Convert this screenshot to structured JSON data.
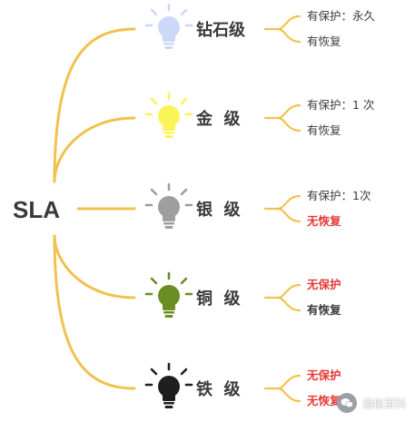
{
  "root": {
    "label": "SLA"
  },
  "colors": {
    "connector": "#f2c14e",
    "text_default": "#3a3a3a",
    "text_alert": "#e53935"
  },
  "levels": [
    {
      "key": "diamond",
      "label": "钻石级",
      "bulb_color": "#cdd8f8",
      "items": [
        {
          "text": "有保护：永久",
          "alert": false
        },
        {
          "text": "有恢复",
          "alert": false
        }
      ]
    },
    {
      "key": "gold",
      "label": "金  级",
      "bulb_color": "#fbf35a",
      "items": [
        {
          "text": "有保护：1 次",
          "alert": false
        },
        {
          "text": "有恢复",
          "alert": false
        }
      ]
    },
    {
      "key": "silver",
      "label": "银  级",
      "bulb_color": "#9e9e9e",
      "items": [
        {
          "text": "有保护：1次",
          "alert": false
        },
        {
          "text": "无恢复",
          "alert": true
        }
      ]
    },
    {
      "key": "bronze",
      "label": "铜  级",
      "bulb_color": "#6b8e23",
      "items": [
        {
          "text": "无保护",
          "alert": true
        },
        {
          "text": "有恢复",
          "alert": false,
          "dark": true
        }
      ]
    },
    {
      "key": "iron",
      "label": "铁  级",
      "bulb_color": "#1f1f1f",
      "items": [
        {
          "text": "无保护",
          "alert": true
        },
        {
          "text": "无恢复",
          "alert": true
        }
      ]
    }
  ],
  "watermark": {
    "text": "通信百科",
    "icon": "wechat-logo-icon"
  }
}
